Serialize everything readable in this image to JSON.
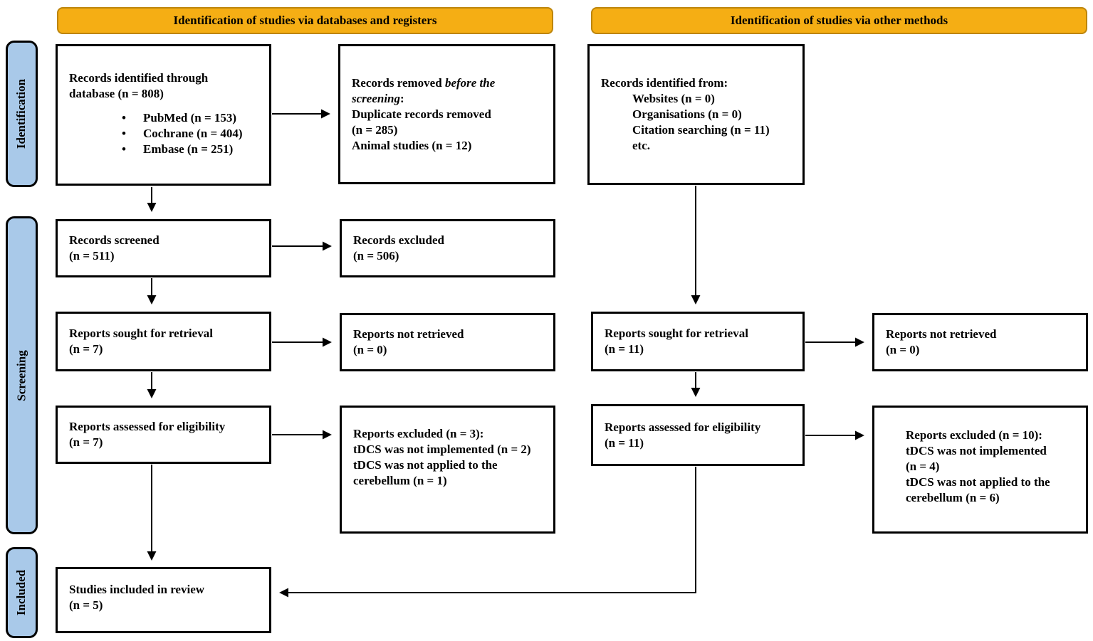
{
  "colors": {
    "banner_fill": "#f5ae14",
    "banner_border": "#bd850b",
    "stage_fill": "#a9c9e9",
    "box_border": "#000000"
  },
  "glyphs": {
    "bullet": "•"
  },
  "headers": {
    "databases": "Identification of studies via databases and registers",
    "other": "Identification of studies via other methods"
  },
  "stages": {
    "identification": "Identification",
    "screening": "Screening",
    "included": "Included"
  },
  "boxes": {
    "db_identified": {
      "lines": [
        "Records identified through",
        "database (n = 808)"
      ],
      "bullets": [
        "PubMed (n = 153)",
        "Cochrane (n = 404)",
        "Embase (n = 251)"
      ]
    },
    "records_removed": {
      "seg_plain": "Records removed ",
      "seg_italic_1": "before the",
      "seg_italic_2": "screening",
      "seg_colon": ":",
      "lines": [
        "Duplicate records removed",
        "(n = 285)",
        "Animal studies (n = 12)"
      ]
    },
    "other_identified": {
      "title": "Records identified from:",
      "lines": [
        "Websites (n = 0)",
        "Organisations (n = 0)",
        "Citation searching (n = 11)",
        "etc."
      ]
    },
    "records_screened": {
      "lines": [
        "Records screened",
        "(n = 511)"
      ]
    },
    "records_excluded": {
      "lines": [
        "Records excluded",
        "(n = 506)"
      ]
    },
    "reports_sought_db": {
      "lines": [
        "Reports sought for retrieval",
        "(n = 7)"
      ]
    },
    "reports_not_retrieved_db": {
      "lines": [
        "Reports not retrieved",
        "(n = 0)"
      ]
    },
    "reports_sought_other": {
      "lines": [
        "Reports sought for retrieval",
        "(n = 11)"
      ]
    },
    "reports_not_retrieved_other": {
      "lines": [
        "Reports not retrieved",
        "(n = 0)"
      ]
    },
    "reports_assessed_db": {
      "lines": [
        "Reports assessed for eligibility",
        "(n = 7)"
      ]
    },
    "reports_excluded_db": {
      "lines": [
        "Reports excluded (n = 3):",
        "tDCS was not implemented (n = 2)",
        "tDCS was not applied to the",
        "cerebellum (n = 1)"
      ]
    },
    "reports_assessed_other": {
      "lines": [
        "Reports assessed for eligibility",
        "(n = 11)"
      ]
    },
    "reports_excluded_other": {
      "lines": [
        "Reports excluded (n = 10):",
        "tDCS was not implemented",
        "(n = 4)",
        "tDCS was not applied to the",
        "cerebellum (n = 6)"
      ]
    },
    "studies_included": {
      "lines": [
        "Studies included in review",
        "(n = 5)"
      ]
    }
  }
}
